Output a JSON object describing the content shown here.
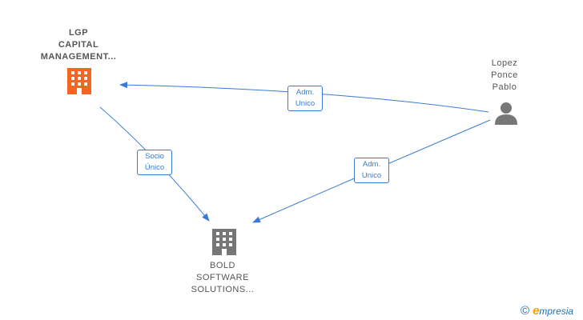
{
  "nodes": {
    "lgp": {
      "lines": [
        "LGP",
        "CAPITAL",
        "MANAGEMENT..."
      ],
      "color": "#f26522",
      "icon": "building-icon"
    },
    "bold": {
      "lines": [
        "BOLD",
        "SOFTWARE",
        "SOLUTIONS..."
      ],
      "color": "#777777",
      "icon": "building-icon"
    },
    "person": {
      "lines": [
        "Lopez",
        "Ponce",
        "Pablo"
      ],
      "color": "#777777",
      "icon": "person-icon"
    }
  },
  "edges": [
    {
      "from": "person",
      "to": "lgp",
      "label": [
        "Adm.",
        "Unico"
      ]
    },
    {
      "from": "person",
      "to": "bold",
      "label": [
        "Adm.",
        "Unico"
      ]
    },
    {
      "from": "lgp",
      "to": "bold",
      "label": [
        "Socio",
        "Único"
      ]
    }
  ],
  "colors": {
    "edge": "#3a7ad5",
    "accent": "#f26522"
  },
  "footer": {
    "symbol": "©",
    "brand_initial": "e",
    "brand_rest": "mpresia"
  }
}
